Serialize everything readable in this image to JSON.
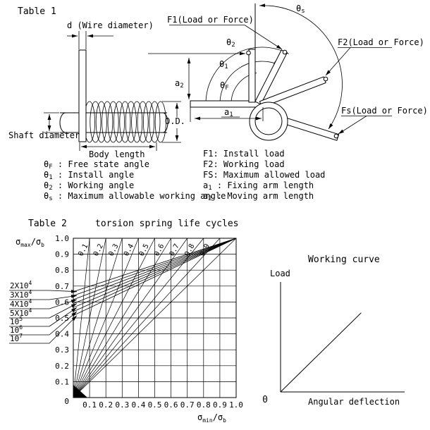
{
  "table1": {
    "title": "Table 1",
    "spring": {
      "wire_diameter_label": "d (Wire diameter)",
      "shaft_diameter_label": "Shaft diameter",
      "od_label": "O.D.",
      "body_length_label": "Body length"
    },
    "forces": {
      "f1": "F1(Load or Force)",
      "f2": "F2(Load or Force)",
      "fs": "Fs(Load or Force)"
    },
    "marks": {
      "theta_f": {
        "sym": "θ",
        "sub": "F"
      },
      "theta_1": {
        "sym": "θ",
        "sub": "1"
      },
      "theta_2": {
        "sym": "θ",
        "sub": "2"
      },
      "theta_s": {
        "sym": "θ",
        "sub": "s"
      },
      "a1": {
        "sym": "a",
        "sub": "1"
      },
      "a2": {
        "sym": "a",
        "sub": "2"
      }
    },
    "legend_left": [
      {
        "sym": "θ",
        "sub": "F",
        "text": " : Free state angle"
      },
      {
        "sym": "θ",
        "sub": "1",
        "text": " : Install angle"
      },
      {
        "sym": "θ",
        "sub": "2",
        "text": " : Working angle"
      },
      {
        "sym": "θ",
        "sub": "s",
        "text": " : Maximum allowable working angle"
      }
    ],
    "legend_right": [
      {
        "sym": "F1",
        "sub": "",
        "text": ": Install load"
      },
      {
        "sym": "F2",
        "sub": "",
        "text": ": Working load"
      },
      {
        "sym": "FS",
        "sub": "",
        "text": ": Maximum allowed load"
      },
      {
        "sym": "a",
        "sub": "1",
        "text": " : Fixing arm length"
      },
      {
        "sym": "a",
        "sub": "2",
        "text": " : Moving arm length"
      }
    ]
  },
  "chart_data": [
    {
      "type": "line",
      "table_label": "Table 2",
      "title": "torsion spring life cycles",
      "xlabel_parts": {
        "s1": "σ",
        "sub1": "min",
        "s2": "/σ",
        "sub2": "b"
      },
      "ylabel_parts": {
        "s1": "σ",
        "sub1": "max",
        "s2": "/σ",
        "sub2": "b"
      },
      "xlim": [
        0,
        1.0
      ],
      "ylim": [
        0,
        1.0
      ],
      "grid": true,
      "grid_step": 0.1,
      "origin_label": "0",
      "xtick_labels": [
        "0.1",
        "0.2",
        "0.3",
        "0.4",
        "0.5",
        "0.6",
        "0.7",
        "0.8",
        "0.9",
        "1.0"
      ],
      "ytick_labels": [
        "0.1",
        "0.2",
        "0.3",
        "0.4",
        "0.5",
        "0.6",
        "0.7",
        "0.8",
        "0.9",
        "1.0"
      ],
      "ratio_lines": {
        "values": [
          0.1,
          0.2,
          0.3,
          0.4,
          0.5,
          0.6,
          0.7,
          0.8,
          0.9
        ],
        "labels": [
          "0.1",
          "0.2",
          "0.3",
          "0.4",
          "0.5",
          "0.6",
          "0.7",
          "0.8",
          "0.9"
        ]
      },
      "diagonal": {
        "from": [
          0,
          0
        ],
        "to": [
          1.0,
          1.0
        ]
      },
      "life_lines": [
        {
          "label_base": "2X10",
          "label_exp": "4",
          "start": [
            0,
            0.665
          ],
          "end": [
            1.0,
            1.0
          ]
        },
        {
          "label_base": "3X10",
          "label_exp": "4",
          "start": [
            0,
            0.64
          ],
          "end": [
            1.0,
            1.0
          ]
        },
        {
          "label_base": "4X10",
          "label_exp": "4",
          "start": [
            0,
            0.615
          ],
          "end": [
            1.0,
            1.0
          ]
        },
        {
          "label_base": "5X10",
          "label_exp": "4",
          "start": [
            0,
            0.59
          ],
          "end": [
            1.0,
            1.0
          ]
        },
        {
          "label_base": "10",
          "label_exp": "5",
          "start": [
            0,
            0.565
          ],
          "end": [
            1.0,
            1.0
          ]
        },
        {
          "label_base": "10",
          "label_exp": "6",
          "start": [
            0,
            0.54
          ],
          "end": [
            1.0,
            1.0
          ]
        },
        {
          "label_base": "10",
          "label_exp": "7",
          "start": [
            0,
            0.515
          ],
          "end": [
            1.0,
            1.0
          ]
        }
      ]
    },
    {
      "type": "line",
      "title": "Working curve",
      "ylabel": "Load",
      "xlabel": "Angular deflection",
      "origin_label": "0",
      "line": {
        "from": [
          0,
          0
        ],
        "to": [
          0.65,
          0.72
        ]
      }
    }
  ]
}
